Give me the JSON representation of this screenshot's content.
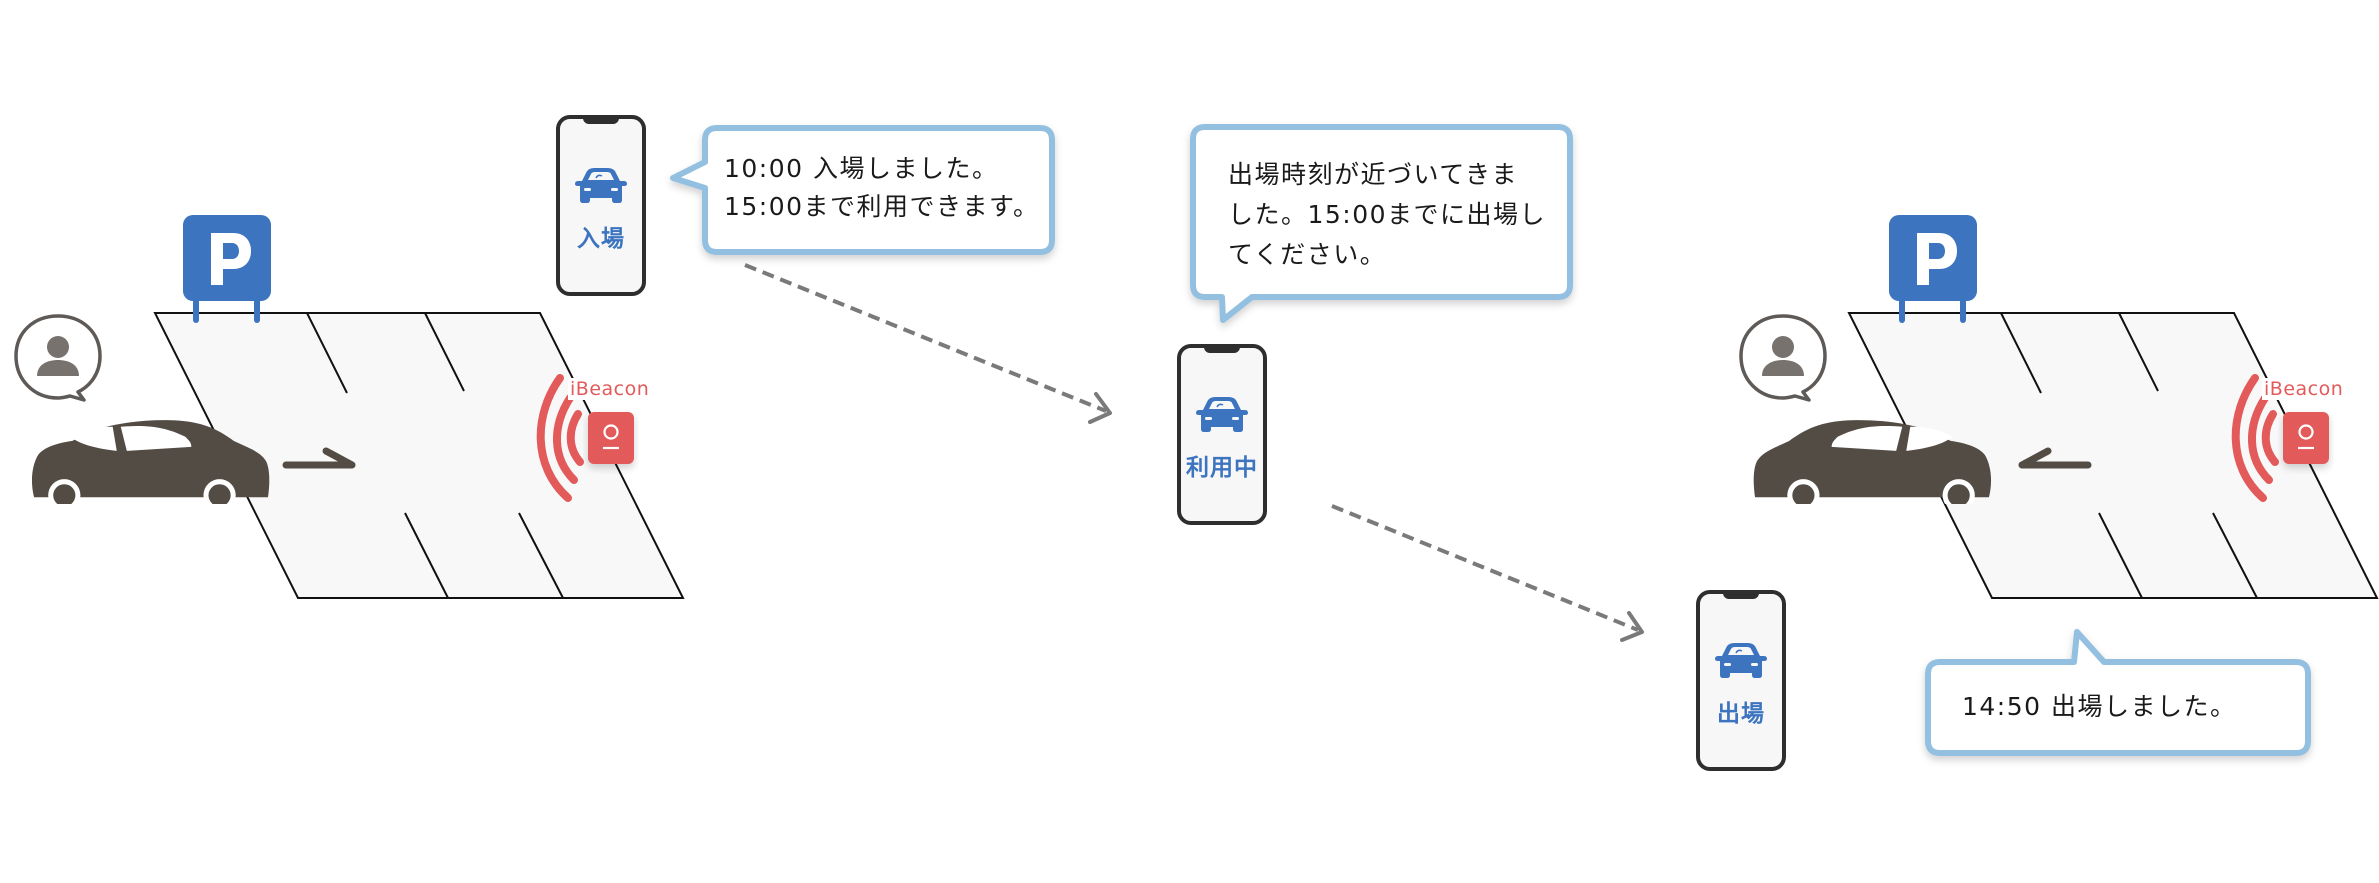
{
  "diagram": {
    "title": "iBeacon parking entry/exit flow",
    "colors": {
      "brand_blue": "#3c74c0",
      "beacon_red": "#e35a5a",
      "car_dark": "#524c45",
      "bubble_border": "#93bfe0",
      "dash_gray": "#7a7a7a",
      "person_gray": "#77726e"
    },
    "scenes": [
      {
        "id": "entry-scene",
        "parking_sign": "P",
        "beacon_label": "iBeacon",
        "car_direction": "entering",
        "icons": [
          "person-icon",
          "car-icon",
          "arrow-right-icon",
          "beacon-icon",
          "signal-waves-icon",
          "parking-sign-icon"
        ]
      },
      {
        "id": "exit-scene",
        "parking_sign": "P",
        "beacon_label": "iBeacon",
        "car_direction": "exiting",
        "icons": [
          "person-icon",
          "car-icon",
          "arrow-left-icon",
          "beacon-icon",
          "signal-waves-icon",
          "parking-sign-icon"
        ]
      }
    ],
    "phones": [
      {
        "id": "phone-entry",
        "status_label": "入場",
        "icon": "car-front-icon"
      },
      {
        "id": "phone-in-use",
        "status_label": "利用中",
        "icon": "car-front-icon"
      },
      {
        "id": "phone-exit",
        "status_label": "出場",
        "icon": "car-front-icon"
      }
    ],
    "messages": [
      {
        "id": "entry-message",
        "lines": [
          "10:00 入場しました。",
          "15:00まで利用できます。"
        ]
      },
      {
        "id": "reminder-message",
        "lines": [
          "出場時刻が近づいてきま",
          "した。15:00までに出場し",
          "てください。"
        ]
      },
      {
        "id": "exit-message",
        "lines": [
          "14:50 出場しました。"
        ]
      }
    ]
  }
}
